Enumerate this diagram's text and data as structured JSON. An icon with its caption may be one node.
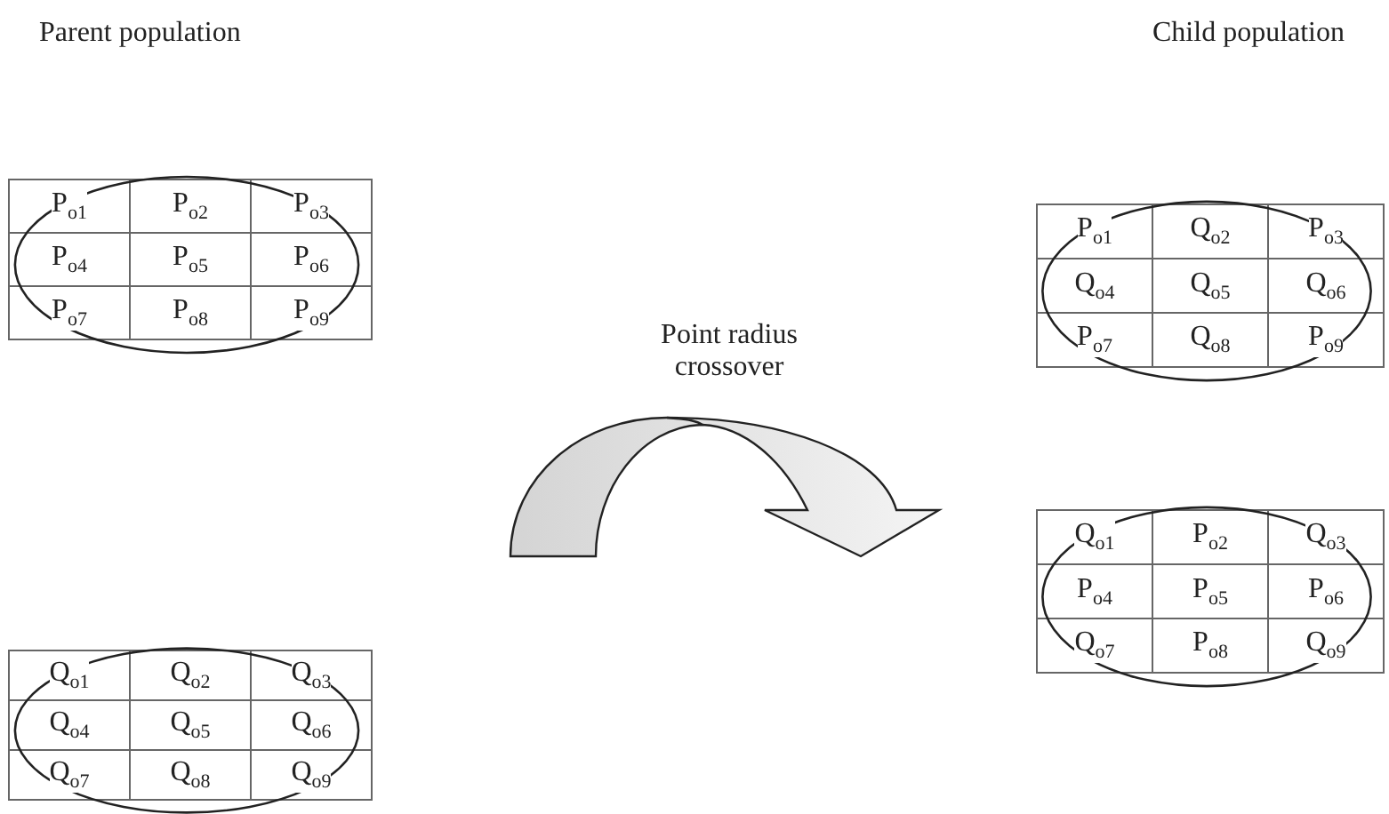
{
  "diagram": {
    "labels": [
      "Parent population",
      "Child population",
      "P$_{o1}$",
      "P$_{o2}$",
      "P$_{o3}$",
      "P$_{o4}$",
      "P$_{o5}$",
      "P$_{o6}$",
      "P$_{o7}$",
      "P$_{o8}$",
      "P$_{o9}$",
      "P$_{o1}$",
      "Q$_{o2}$",
      "P$_{o3}$",
      "Q$_{o4}$",
      "Q$_{o5}$",
      "Q$_{o6}$",
      "P$_{o7}$",
      "Q$_{o8}$",
      "P$_{o9}$",
      "Point radius crossover",
      "Q$_{o1}$",
      "P$_{o2}$",
      "Q$_{o3}$",
      "P$_{o4}$",
      "P$_{o5}$",
      "P$_{o6}$",
      "Q$_{o7}$",
      "P$_{o8}$",
      "Q$_{o9}$",
      "Q$_{o1}$",
      "Q$_{o2}$",
      "Q$_{o3}$",
      "Q$_{o4}$",
      "Q$_{o5}$",
      "Q$_{o6}$",
      "Q$_{o7}$",
      "Q$_{o8}$",
      "Q$_{o9}$"
    ]
  }
}
